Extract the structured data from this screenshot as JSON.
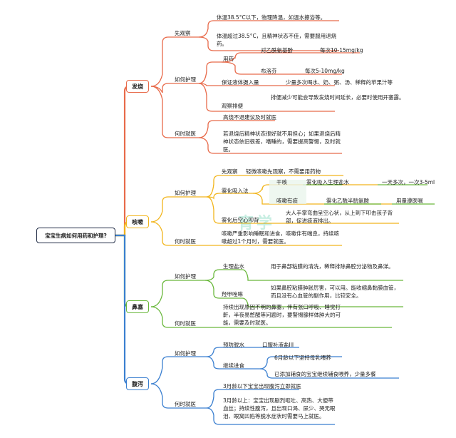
{
  "root": "宝宝生病如何用药和护理?",
  "watermark": "育学",
  "colors": {
    "fever": "#e86a4a",
    "cough": "#f2b51c",
    "nose": "#6ab83c",
    "diarrhea": "#3a7fd0",
    "root_border": "#1f2a44"
  },
  "fever": {
    "title": "发烧",
    "observe": "先观察",
    "observe_1": "体温38.5°C以下，物理降温，如温水擦浴等。",
    "observe_2": "体温超过38.5°C，且精神状态不佳，需要服用退烧药。",
    "care": "如何护理",
    "medicine": "用药",
    "med_a_name": "对乙酰氨基酚",
    "med_a_dose": "每次10-15mg/kg",
    "med_b_name": "布洛芬",
    "med_b_dose": "每次5-10mg/kg",
    "fluid": "保证液体摄入量",
    "fluid_detail": "少量多次喝水、奶、粥、汤、稀释的苹果汁等",
    "urine": "观察排便",
    "urine_detail": "排便减少可能会导致发烧时间延长，必要时使用开塞露。",
    "doctor": "何时就医",
    "doctor_1": "高烧不退建议及时就医",
    "doctor_2": "若退烧后精神状态很好就不用担心；如果退烧后精神状态依旧很差，嗜睡的，需要提高警惕，及时就医。"
  },
  "cough": {
    "title": "咳嗽",
    "care": "如何护理",
    "observe": "先观察",
    "observe_detail": "轻微咳嗽先观察，不需要用药物",
    "inhale": "雾化吸入法",
    "dry": "干咳",
    "dry_detail": "雾化吸入生理盐水",
    "dry_dose": "一天多次，一次3-5ml",
    "wet": "咳嗽有痰",
    "wet_detail": "雾化乙酰半胱氨酸",
    "wet_dose": "用量遵医嘱",
    "pat": "雾化后空心叩背",
    "pat_detail": "大人手掌弯曲呈空心状，从上到下叩击孩子背部，促进痰液排出。",
    "doctor": "何时就医",
    "doctor_detail": "咳嗽严重影响睡眠和进食，咳嗽伴有喘息，持续咳嗽超过1个月时，需要就医。"
  },
  "nose": {
    "title": "鼻塞",
    "care": "如何护理",
    "saline": "生理盐水",
    "saline_detail": "用于鼻部粘膜的清洗，稀释排除鼻腔分泌物及鼻涕。",
    "oxy": "羟甲唑啉",
    "oxy_detail": "如果鼻腔粘膜肿胀厉害，可以用。能收缩鼻黏膜血管，而且没有心血管的副作用，比较安全。",
    "doctor": "何时就医",
    "doctor_detail": "持续出现原因不明的鼻塞，伴有张口呼吸、睡觉打鼾，半夜易憋醒等问题时，要警惕腺样体肿大的可能，需要及时就医。"
  },
  "diarrhea": {
    "title": "腹泻",
    "care": "如何护理",
    "prevent": "预防脱水",
    "prevent_detail": "口服补液盐III",
    "feed": "继续进食",
    "feed_1": "6月龄以下坚持母乳喂养",
    "feed_2": "已添加辅食的宝宝继续辅食喂养，少量多餐",
    "doctor": "何时就医",
    "doctor_1": "3月龄以下宝宝出现腹泻立即就医",
    "doctor_2": "3月龄以上：宝宝出现剧烈呕吐、高热、大便带血丝；持续性腹泻，且出现口渴、尿少、哭无眼泪、眼窝凹陷等脱水症状时需要马上就医。"
  }
}
